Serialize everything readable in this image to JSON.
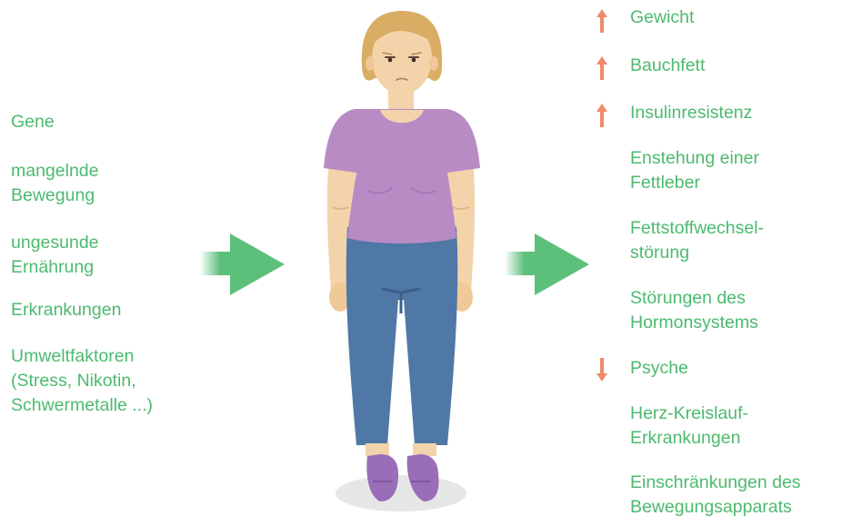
{
  "causes": [
    {
      "text": "Gene"
    },
    {
      "text": "mangelnde\nBewegung"
    },
    {
      "text": "ungesunde\nErnährung"
    },
    {
      "text": "Erkrankungen"
    },
    {
      "text": "Umweltfaktoren\n(Stress, Nikotin,\nSchwermetalle ...)"
    }
  ],
  "effects": [
    {
      "text": "Gewicht",
      "indicator": "up"
    },
    {
      "text": "Bauchfett",
      "indicator": "up"
    },
    {
      "text": "Insulinresistenz",
      "indicator": "up"
    },
    {
      "text": "Enstehung einer\nFettleber",
      "indicator": "none"
    },
    {
      "text": "Fettstoffwechsel-\nstörung",
      "indicator": "none"
    },
    {
      "text": "Störungen des\nHormonsystems",
      "indicator": "none"
    },
    {
      "text": "Psyche",
      "indicator": "down"
    },
    {
      "text": "Herz-Kreislauf-\nErkrankungen",
      "indicator": "none"
    },
    {
      "text": "Einschränkungen des\nBewegungsapparats",
      "indicator": "none"
    }
  ],
  "colors": {
    "text": "#4cba6e",
    "flow_arrow": "#5cc07a",
    "indicator_arrow": "#ee8a6a",
    "shirt": "#b98bc4",
    "pants": "#4f78a6",
    "skin": "#f3d3aa",
    "hair": "#d9ad63",
    "shoes": "#9a6db8"
  },
  "icons": {
    "flow_arrow": "right-arrow-icon",
    "increase": "up-arrow-icon",
    "decrease": "down-arrow-icon",
    "figure": "woman-figure-icon"
  }
}
